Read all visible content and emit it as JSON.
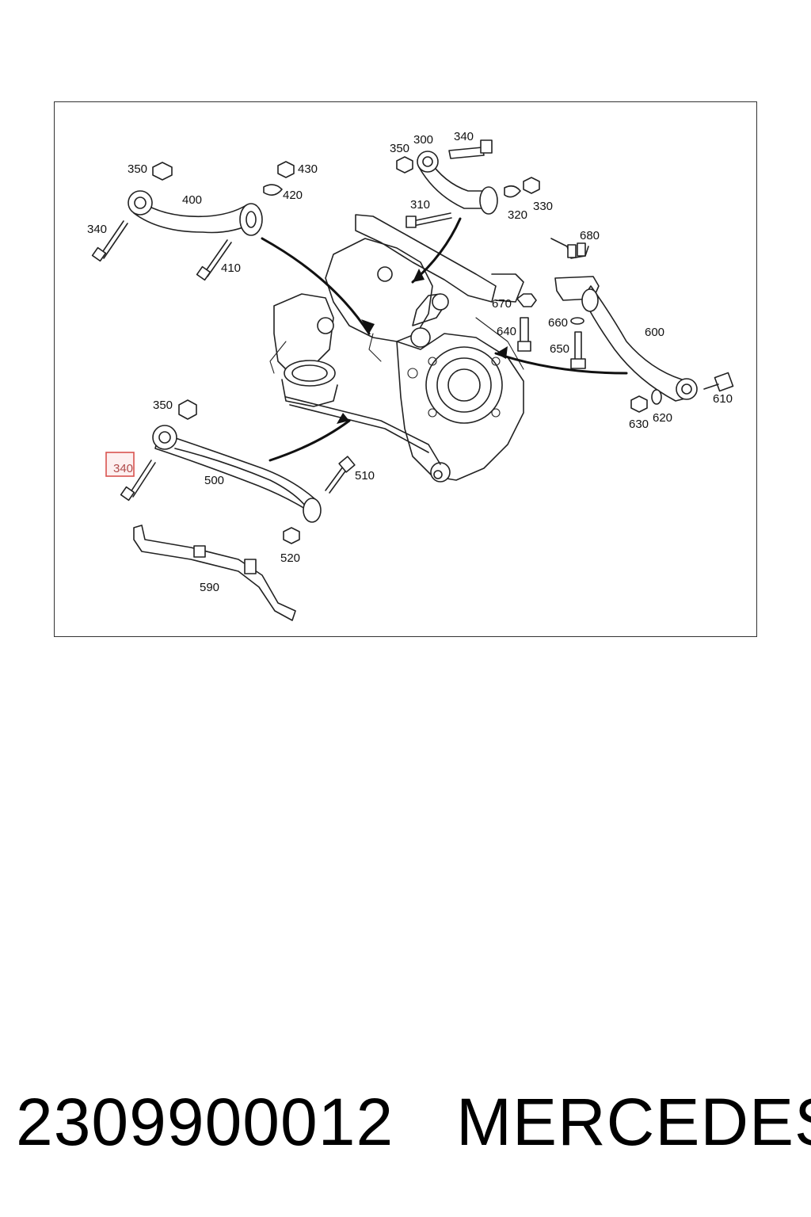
{
  "diagram": {
    "callouts": {
      "c350a": "350",
      "c400": "400",
      "c430": "430",
      "c420": "420",
      "c340a": "340",
      "c410": "410",
      "c350b": "350",
      "c300": "300",
      "c340b": "340",
      "c310": "310",
      "c320": "320",
      "c330": "330",
      "c680": "680",
      "c670": "670",
      "c640": "640",
      "c660": "660",
      "c650": "650",
      "c600": "600",
      "c610": "610",
      "c630": "630",
      "c620": "620",
      "c350c": "350",
      "c340c": "340",
      "c500": "500",
      "c510": "510",
      "c520": "520",
      "c590": "590"
    },
    "highlighted_callout": "340",
    "highlight_color": "#d9534f"
  },
  "footer": {
    "part_number": "2309900012",
    "brand": "MERCEDES"
  }
}
